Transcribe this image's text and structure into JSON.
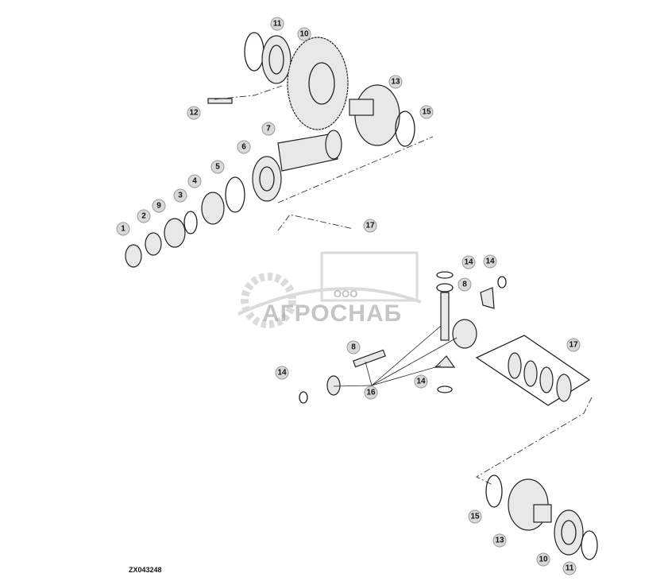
{
  "diagram": {
    "drawing_code": "ZX043248",
    "watermark": {
      "prefix": "ООО",
      "name": "АГРОСНАБ"
    },
    "callouts": [
      "11",
      "10",
      "12",
      "13",
      "7",
      "15",
      "6",
      "5",
      "4",
      "3",
      "9",
      "2",
      "1",
      "17",
      "14",
      "14",
      "8",
      "8",
      "17",
      "14",
      "16",
      "14",
      "15",
      "13",
      "10",
      "11"
    ]
  }
}
